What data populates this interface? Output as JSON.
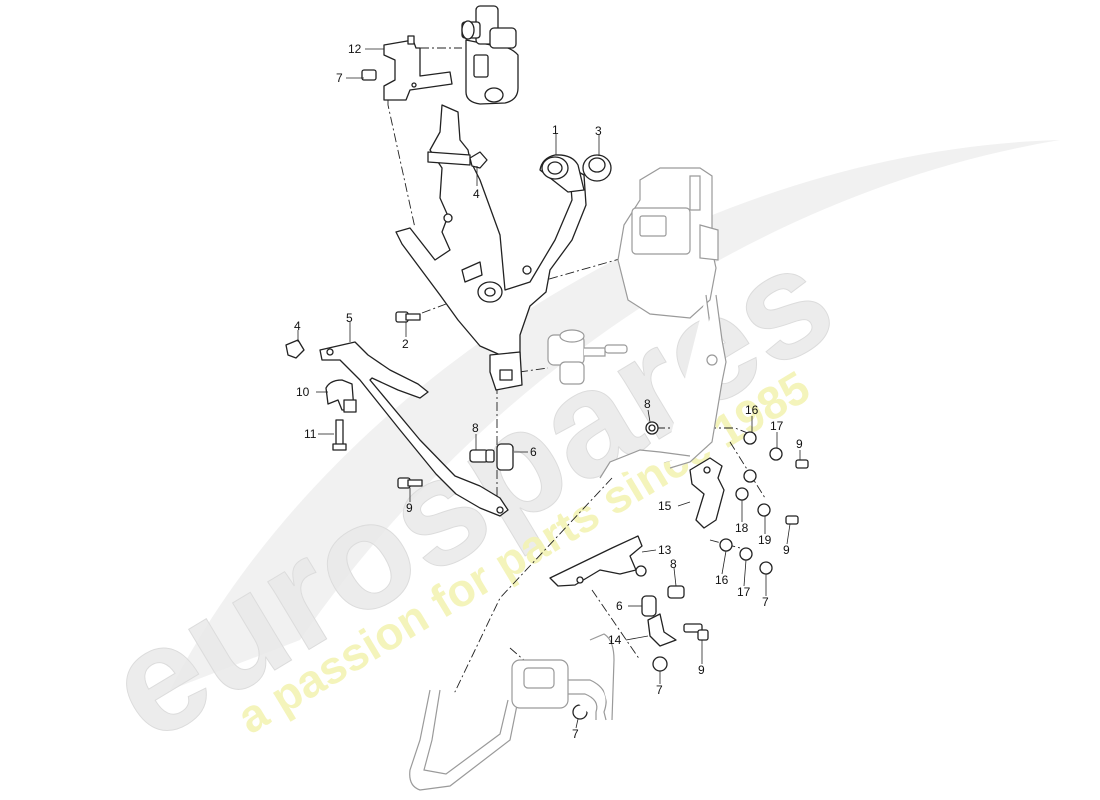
{
  "watermark": {
    "brand": "eurospares",
    "tagline": "a passion for parts since 1985",
    "brand_color": "#e9e9e9",
    "tagline_color": "#f3f3b4"
  },
  "callouts": [
    {
      "id": "c1",
      "label": "1"
    },
    {
      "id": "c2",
      "label": "2"
    },
    {
      "id": "c3",
      "label": "3"
    },
    {
      "id": "c4a",
      "label": "4"
    },
    {
      "id": "c4b",
      "label": "4"
    },
    {
      "id": "c5",
      "label": "5"
    },
    {
      "id": "c6a",
      "label": "6"
    },
    {
      "id": "c6b",
      "label": "6"
    },
    {
      "id": "c7a",
      "label": "7"
    },
    {
      "id": "c7b",
      "label": "7"
    },
    {
      "id": "c7c",
      "label": "7"
    },
    {
      "id": "c7d",
      "label": "7"
    },
    {
      "id": "c7e",
      "label": "7"
    },
    {
      "id": "c8a",
      "label": "8"
    },
    {
      "id": "c8b",
      "label": "8"
    },
    {
      "id": "c8c",
      "label": "8"
    },
    {
      "id": "c9a",
      "label": "9"
    },
    {
      "id": "c9b",
      "label": "9"
    },
    {
      "id": "c9c",
      "label": "9"
    },
    {
      "id": "c9d",
      "label": "9"
    },
    {
      "id": "c10",
      "label": "10"
    },
    {
      "id": "c11",
      "label": "11"
    },
    {
      "id": "c12",
      "label": "12"
    },
    {
      "id": "c13",
      "label": "13"
    },
    {
      "id": "c14",
      "label": "14"
    },
    {
      "id": "c15",
      "label": "15"
    },
    {
      "id": "c16a",
      "label": "16"
    },
    {
      "id": "c16b",
      "label": "16"
    },
    {
      "id": "c17a",
      "label": "17"
    },
    {
      "id": "c17b",
      "label": "17"
    },
    {
      "id": "c18",
      "label": "18"
    },
    {
      "id": "c19",
      "label": "19"
    }
  ]
}
